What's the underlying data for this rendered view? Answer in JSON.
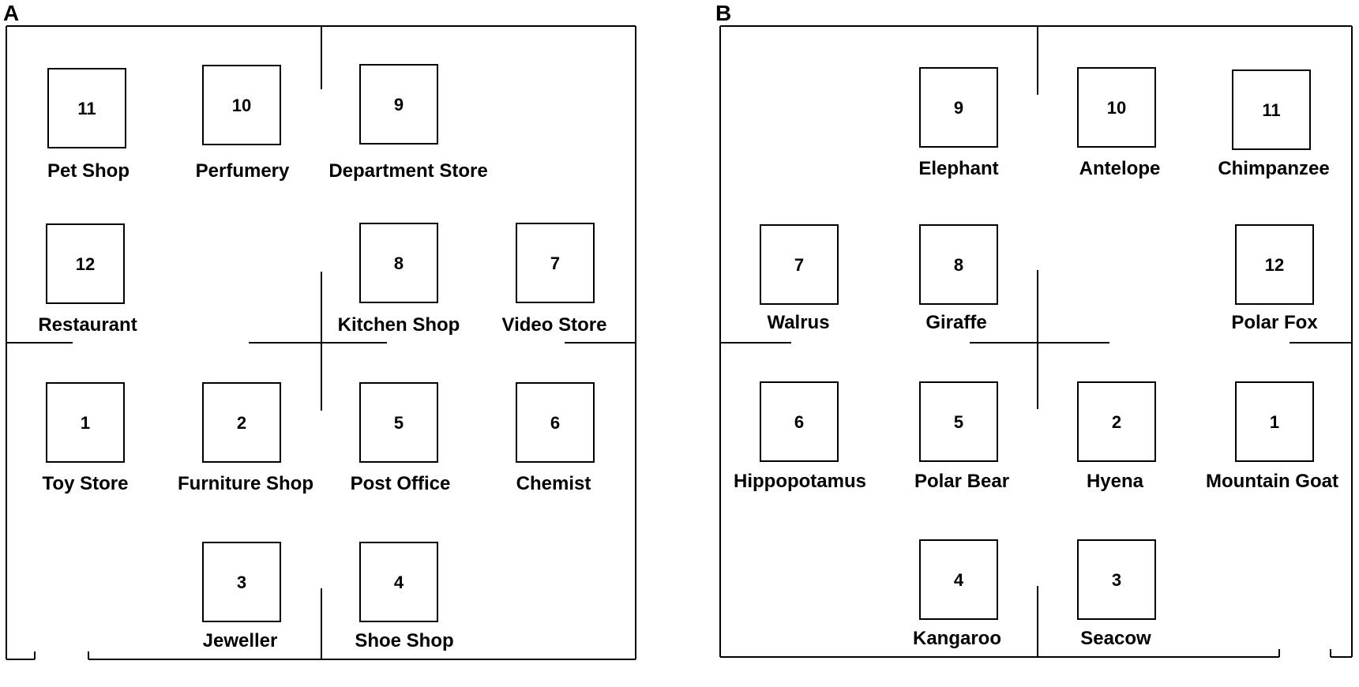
{
  "panels": [
    {
      "letter": "A",
      "locations": [
        {
          "number": "11",
          "label": "Pet Shop"
        },
        {
          "number": "10",
          "label": "Perfumery"
        },
        {
          "number": "9",
          "label": "Department Store"
        },
        {
          "number": "12",
          "label": "Restaurant"
        },
        {
          "number": "8",
          "label": "Kitchen Shop"
        },
        {
          "number": "7",
          "label": "Video Store"
        },
        {
          "number": "1",
          "label": "Toy Store"
        },
        {
          "number": "2",
          "label": "Furniture Shop"
        },
        {
          "number": "5",
          "label": "Post Office"
        },
        {
          "number": "6",
          "label": "Chemist"
        },
        {
          "number": "3",
          "label": "Jeweller"
        },
        {
          "number": "4",
          "label": "Shoe Shop"
        }
      ]
    },
    {
      "letter": "B",
      "locations": [
        {
          "number": "9",
          "label": "Elephant"
        },
        {
          "number": "10",
          "label": "Antelope"
        },
        {
          "number": "11",
          "label": "Chimpanzee"
        },
        {
          "number": "7",
          "label": "Walrus"
        },
        {
          "number": "8",
          "label": "Giraffe"
        },
        {
          "number": "12",
          "label": "Polar Fox"
        },
        {
          "number": "6",
          "label": "Hippopotamus"
        },
        {
          "number": "5",
          "label": "Polar Bear"
        },
        {
          "number": "2",
          "label": "Hyena"
        },
        {
          "number": "1",
          "label": "Mountain Goat"
        },
        {
          "number": "4",
          "label": "Kangaroo"
        },
        {
          "number": "3",
          "label": "Seacow"
        }
      ]
    }
  ]
}
